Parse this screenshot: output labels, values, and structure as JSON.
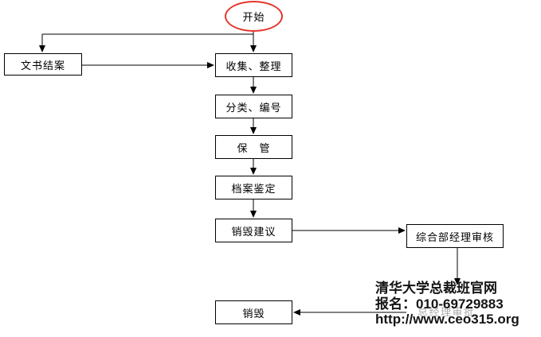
{
  "flowchart": {
    "start": {
      "label": "开始"
    },
    "nodes": {
      "wenshu": {
        "label": "文书结案"
      },
      "shouji": {
        "label": "收集、整理"
      },
      "fenlei": {
        "label": "分类、编号"
      },
      "baoguan": {
        "label": "保　管"
      },
      "dangan": {
        "label": "档案鉴定"
      },
      "jianyi": {
        "label": "销毁建议"
      },
      "zonghe": {
        "label": "综合部经理审核"
      },
      "zongjingli": {
        "label": "总经理审批"
      },
      "xiaohui": {
        "label": "销毁"
      }
    }
  },
  "watermark": {
    "line1": "清华大学总裁班官网",
    "line2": "报名：010-69729883",
    "line3": "http://www.ceo315.org"
  },
  "colors": {
    "start_ellipse": "#e5352b",
    "connector_line": "#000000",
    "ghost_text": "#ababab",
    "watermark_text": "#141414"
  }
}
